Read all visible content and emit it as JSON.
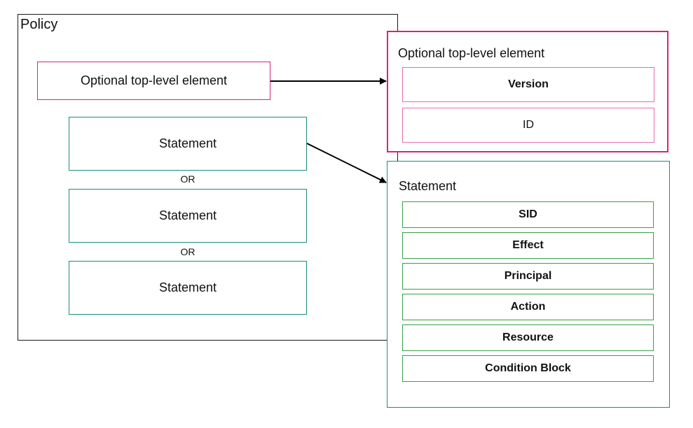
{
  "policy": {
    "title": "Policy",
    "optional_label": "Optional top-level element",
    "statements": [
      "Statement",
      "Statement",
      "Statement"
    ],
    "separators": [
      "OR",
      "OR"
    ]
  },
  "optional_panel": {
    "title": "Optional top-level element",
    "items": [
      "Version",
      "ID"
    ]
  },
  "statement_panel": {
    "title": "Statement",
    "items": [
      "SID",
      "Effect",
      "Principal",
      "Action",
      "Resource",
      "Condition Block"
    ]
  },
  "colors": {
    "optional_border": "#d6247a",
    "optional_item_border": "#e86cb3",
    "statement_border": "#1c8a82",
    "statement_item_border": "#3aa046",
    "policy_border": "#1a1a1a"
  }
}
